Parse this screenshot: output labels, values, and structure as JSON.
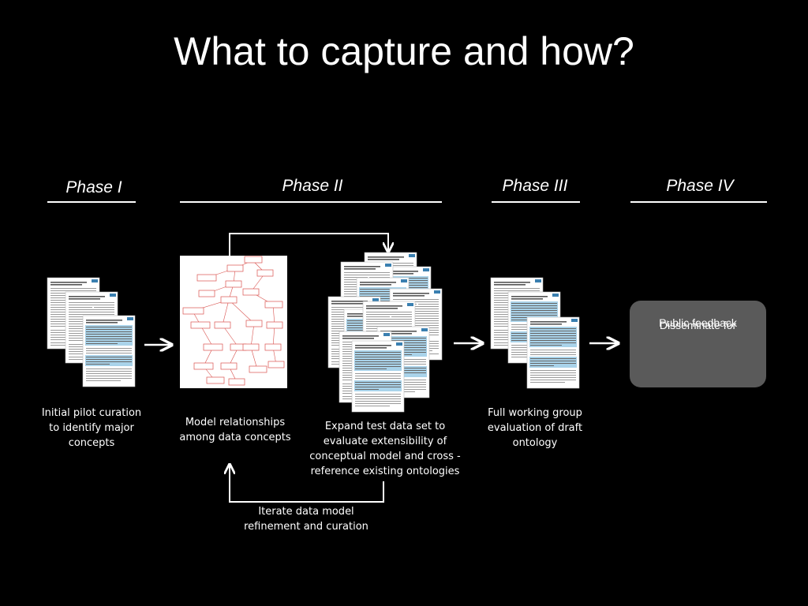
{
  "title": "What to capture and how?",
  "phases": [
    {
      "label": "Phase I"
    },
    {
      "label": "Phase II"
    },
    {
      "label": "Phase III"
    },
    {
      "label": "Phase IV"
    }
  ],
  "captions": {
    "phase1": "Initial pilot curation to identify major concepts",
    "phase2_model": "Model relationships among data concepts",
    "phase2_expand": "Expand test data set to evaluate extensibility of conceptual model and cross -reference existing ontologies",
    "phase2_iterate": "Iterate data model refinement and curation",
    "phase3": "Full working group evaluation of draft ontology"
  },
  "disseminate_box": {
    "line1": "Disseminate for",
    "line2": "Public feedback"
  },
  "colors": {
    "background": "#000000",
    "text": "#ffffff",
    "box": "#5a5a5a",
    "diagram_nodes": "#d9534f",
    "paper_highlight": "#a9d3ea"
  }
}
